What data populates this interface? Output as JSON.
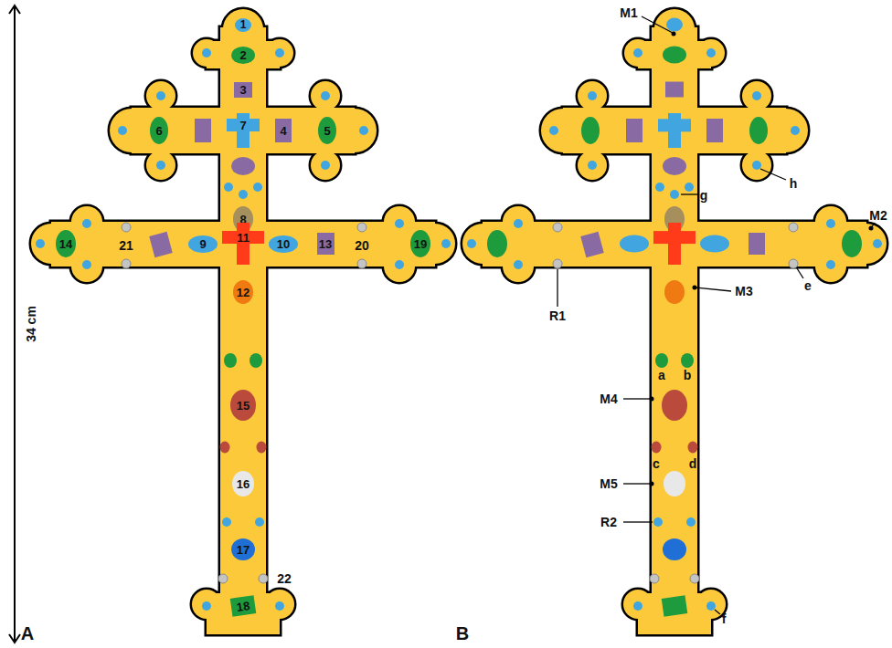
{
  "diagram": {
    "nodes": [
      {
        "text": [
          "1"
        ]
      },
      {
        "text": [
          "2"
        ]
      },
      {
        "text": [
          "3"
        ]
      },
      {
        "text": [
          "4"
        ]
      },
      {
        "text": [
          "5"
        ]
      },
      {
        "text": [
          "6"
        ]
      },
      {
        "text": [
          "7"
        ]
      },
      {
        "text": [
          "8"
        ]
      },
      {
        "text": [
          "9"
        ]
      },
      {
        "text": [
          "10"
        ]
      },
      {
        "text": [
          "11"
        ]
      },
      {
        "text": [
          "12"
        ]
      },
      {
        "text": [
          "13"
        ]
      },
      {
        "text": [
          "14"
        ]
      },
      {
        "text": [
          "15"
        ]
      },
      {
        "text": [
          "16"
        ]
      },
      {
        "text": [
          "17"
        ]
      },
      {
        "text": [
          "18"
        ]
      },
      {
        "text": [
          "19"
        ]
      }
    ],
    "labels": [
      "34 cm",
      "20",
      "21",
      "22",
      "A",
      "B",
      "M1",
      "M2",
      "M3",
      "M4",
      "M5",
      "R1",
      "R2",
      "a",
      "b",
      "c",
      "d",
      "e",
      "f",
      "g",
      "h"
    ]
  }
}
